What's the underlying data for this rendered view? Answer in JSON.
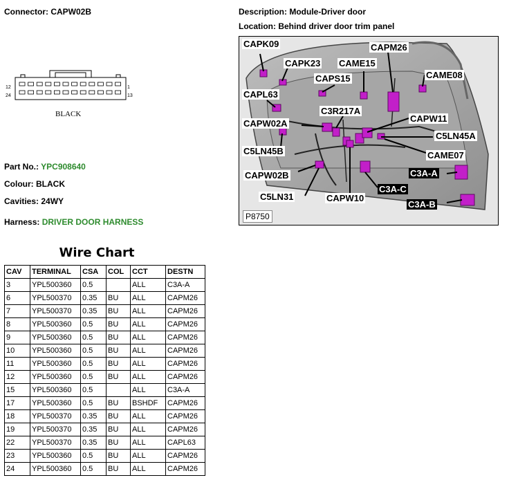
{
  "connector": {
    "label": "Connector: CAPW02B",
    "pin_top_left": "12",
    "pin_top_right": "1",
    "pin_bottom_left": "24",
    "pin_bottom_right": "13",
    "color_caption": "BLACK"
  },
  "description": "Description: Module-Driver door",
  "location": "Location: Behind driver door trim panel",
  "part_no": {
    "label": "Part No.:",
    "value": "YPC908640"
  },
  "colour": "Colour: BLACK",
  "cavities": "Cavities: 24WY",
  "harness": {
    "label": "Harness:",
    "value": "DRIVER DOOR HARNESS"
  },
  "photo": {
    "ref": "P8750",
    "callouts": [
      "CAPK09",
      "CAPM26",
      "CAPK23",
      "CAME15",
      "CAME08",
      "CAPS15",
      "CAPL63",
      "C3R217A",
      "CAPW11",
      "CAPW02A",
      "C5LN45A",
      "C5LN45B",
      "CAME07",
      "CAPW02B",
      "C3A-A",
      "C5LN31",
      "C3A-C",
      "CAPW10",
      "C3A-B"
    ]
  },
  "wire_chart": {
    "title": "Wire Chart",
    "headers": [
      "CAV",
      "TERMINAL",
      "CSA",
      "COL",
      "CCT",
      "DESTN"
    ],
    "rows": [
      [
        "3",
        "YPL500360",
        "0.5",
        "",
        "ALL",
        "C3A-A"
      ],
      [
        "6",
        "YPL500370",
        "0.35",
        "BU",
        "ALL",
        "CAPM26"
      ],
      [
        "7",
        "YPL500370",
        "0.35",
        "BU",
        "ALL",
        "CAPM26"
      ],
      [
        "8",
        "YPL500360",
        "0.5",
        "BU",
        "ALL",
        "CAPM26"
      ],
      [
        "9",
        "YPL500360",
        "0.5",
        "BU",
        "ALL",
        "CAPM26"
      ],
      [
        "10",
        "YPL500360",
        "0.5",
        "BU",
        "ALL",
        "CAPM26"
      ],
      [
        "11",
        "YPL500360",
        "0.5",
        "BU",
        "ALL",
        "CAPM26"
      ],
      [
        "12",
        "YPL500360",
        "0.5",
        "BU",
        "ALL",
        "CAPM26"
      ],
      [
        "15",
        "YPL500360",
        "0.5",
        "",
        "ALL",
        "C3A-A"
      ],
      [
        "17",
        "YPL500360",
        "0.5",
        "BU",
        "BSHDF",
        "CAPM26"
      ],
      [
        "18",
        "YPL500370",
        "0.35",
        "BU",
        "ALL",
        "CAPM26"
      ],
      [
        "19",
        "YPL500370",
        "0.35",
        "BU",
        "ALL",
        "CAPM26"
      ],
      [
        "22",
        "YPL500370",
        "0.35",
        "BU",
        "ALL",
        "CAPL63"
      ],
      [
        "23",
        "YPL500360",
        "0.5",
        "BU",
        "ALL",
        "CAPM26"
      ],
      [
        "24",
        "YPL500360",
        "0.5",
        "BU",
        "ALL",
        "CAPM26"
      ]
    ]
  },
  "colors": {
    "accent_green": "#2e8b2e",
    "connector_magenta": "#c21fc9"
  }
}
